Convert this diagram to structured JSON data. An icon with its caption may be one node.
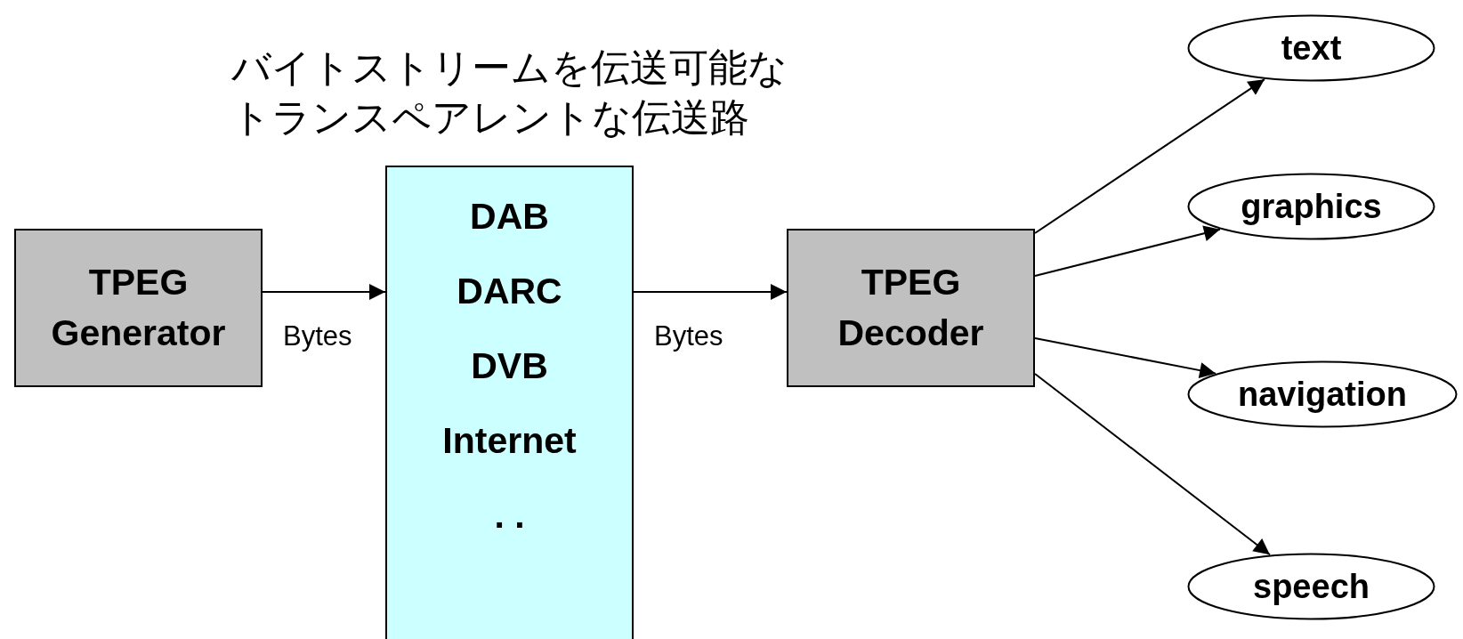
{
  "diagram": {
    "nodes": [
      {
        "text": [
          "TPEG Generator"
        ]
      },
      {
        "text": [
          "バイトストリームを伝送可能なトランスペアレントな伝送路",
          "DAB",
          "DARC",
          "DVB",
          "Internet",
          ". ."
        ]
      },
      {
        "text": [
          "TPEG Decoder"
        ]
      },
      {
        "text": [
          "text"
        ]
      },
      {
        "text": [
          "graphics"
        ]
      },
      {
        "text": [
          "navigation"
        ]
      },
      {
        "text": [
          "speech"
        ]
      }
    ],
    "edges": [
      {
        "from": 0,
        "to": 1,
        "arrow": "to",
        "label": "Bytes"
      },
      {
        "from": 1,
        "to": 2,
        "arrow": "to",
        "label": "Bytes"
      },
      {
        "from": 2,
        "to": 3,
        "arrow": "to"
      },
      {
        "from": 2,
        "to": 4,
        "arrow": "to"
      },
      {
        "from": 2,
        "to": 5,
        "arrow": "to"
      },
      {
        "from": 2,
        "to": 6,
        "arrow": "to"
      }
    ]
  }
}
